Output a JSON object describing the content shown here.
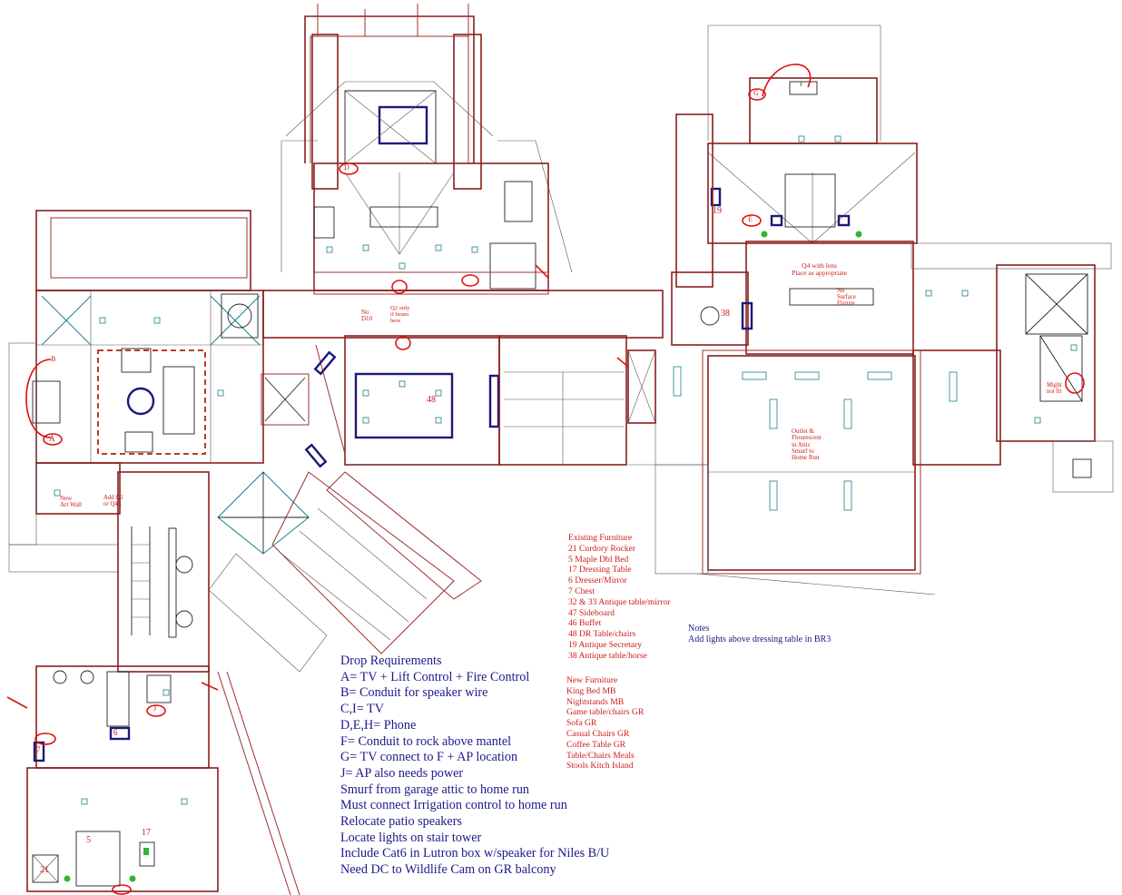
{
  "drop_requirements": {
    "title": "Drop Requirements",
    "lines": [
      "A= TV + Lift Control + Fire Control",
      "B= Conduit for speaker wire",
      "C,I= TV",
      "D,E,H= Phone",
      "F= Conduit to rock above mantel",
      "G= TV connect to F + AP location",
      "J= AP also needs power",
      "Smurf from garage attic to home run",
      "Must connect Irrigation control to home run",
      "Relocate patio speakers",
      "Locate lights on stair tower",
      "Include Cat6 in Lutron box w/speaker for Niles B/U",
      "Need DC to Wildlife Cam on GR balcony"
    ]
  },
  "existing_furniture": {
    "title": "Existing Furniture",
    "items": [
      "21 Curdory Rocker",
      "5 Maple Dbl Bed",
      "17 Dressing Table",
      "6 Dresser/Mirror",
      "7 Chest",
      "32 & 33 Antique table/mirror",
      "47 Sideboard",
      "46 Buffet",
      "48 DR Table/chairs",
      "19 Antique Secretary",
      "38 Antique table/horse"
    ]
  },
  "new_furniture": {
    "title": "New Furniture",
    "items": [
      "King Bed MB",
      "Nightstands MB",
      "Game table/chairs GR",
      "Sofa GR",
      "Casual Chairs GR",
      "Coffee Table GR",
      "Table/Chairs Meals",
      "Stools Kitch Island"
    ]
  },
  "notes": {
    "title": "Notes",
    "line": "Add lights above dressing table in BR3"
  },
  "annotations": {
    "q4_lens": "Q4 with lens",
    "place_appropriate": "Place as appropriate",
    "no_surface_1": "No",
    "no_surface_2": "Surface",
    "no_surface_3": "Fixture",
    "no_d10_1": "No",
    "no_d10_2": "D10",
    "q2_1": "Q2 only",
    "q2_2": "if beam",
    "q2_3": "here",
    "outlet_1": "Outlet &",
    "outlet_2": "Flourescent",
    "outlet_3": "in Attic",
    "outlet_4": "Smurf to",
    "outlet_5": "Home Run",
    "might_1": "Might",
    "might_2": "not fit",
    "new_art_1": "New",
    "new_art_2": "Art Wall",
    "add_q1_1": "Add Q1",
    "add_q1_2": "or Q4's"
  },
  "markers": {
    "A": "A",
    "B": "B",
    "D": "D",
    "E": "E",
    "G": "G",
    "F": "F",
    "J": "J"
  },
  "furniture_numbers": {
    "n19": "19",
    "n38": "38",
    "n48": "48",
    "n5": "5",
    "n17": "17",
    "n21": "21",
    "n6": "6",
    "n7": "7"
  },
  "colors": {
    "wall": "#8a1f1f",
    "fixture": "#1f7f8a",
    "furniture_box": "#1a1a7a",
    "annotation_red": "#cc1a1a",
    "requirements_navy": "#1a1a8a"
  }
}
